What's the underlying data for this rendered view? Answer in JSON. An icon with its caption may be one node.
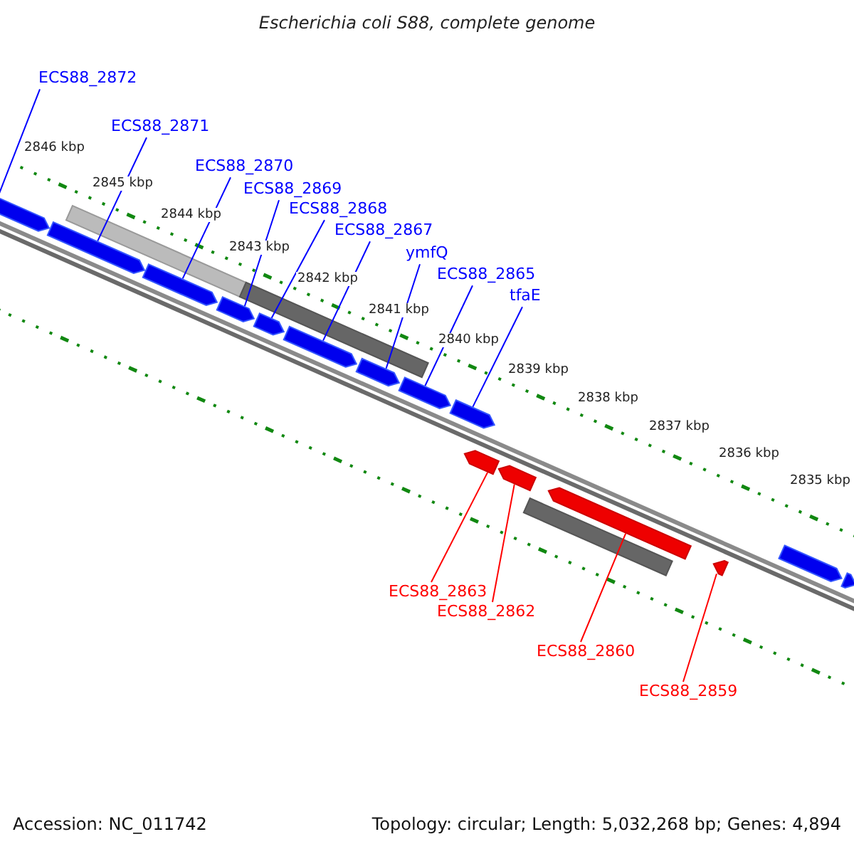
{
  "diagram": {
    "title": "Escherichia coli S88, complete genome",
    "nodes": [
      {
        "text": [
          "ECS88_2872"
        ]
      },
      {
        "text": [
          "ECS88_2871"
        ]
      },
      {
        "text": [
          "ECS88_2870"
        ]
      },
      {
        "text": [
          "ECS88_2869"
        ]
      },
      {
        "text": [
          "ECS88_2868"
        ]
      },
      {
        "text": [
          "ECS88_2867"
        ]
      },
      {
        "text": [
          "ymfQ"
        ]
      },
      {
        "text": [
          "ECS88_2865"
        ]
      },
      {
        "text": [
          "tfaE"
        ]
      },
      {
        "text": [
          "ECS88_2863"
        ]
      },
      {
        "text": [
          "ECS88_2862"
        ]
      },
      {
        "text": [
          "ECS88_2860"
        ]
      },
      {
        "text": [
          "ECS88_2859"
        ]
      },
      {
        "text": [],
        "shape": "bar"
      },
      {
        "text": [],
        "shape": "bar"
      },
      {
        "text": [],
        "shape": "bar"
      },
      {
        "text": [],
        "shape": "bar"
      },
      {
        "text": [],
        "shape": "bar"
      },
      {
        "text": [],
        "shape": "bar"
      },
      {
        "text": [],
        "shape": "bar"
      },
      {
        "text": [],
        "shape": "bar"
      },
      {
        "text": [],
        "shape": "bar"
      },
      {
        "text": [],
        "shape": "bar"
      },
      {
        "text": [],
        "shape": "bar"
      },
      {
        "text": [],
        "shape": "bar"
      },
      {
        "text": [],
        "shape": "bar"
      },
      {
        "text": [],
        "shape": "bar"
      },
      {
        "text": [],
        "shape": "bar"
      },
      {
        "text": [],
        "shape": "bar"
      },
      {
        "text": [],
        "shape": "bar"
      },
      {
        "text": [],
        "shape": "bar"
      }
    ],
    "edges": [
      {
        "from": 0,
        "to": 13,
        "arrow": "none"
      },
      {
        "from": 1,
        "to": 14,
        "arrow": "none"
      },
      {
        "from": 2,
        "to": 15,
        "arrow": "none"
      },
      {
        "from": 3,
        "to": 16,
        "arrow": "none"
      },
      {
        "from": 4,
        "to": 17,
        "arrow": "none"
      },
      {
        "from": 5,
        "to": 18,
        "arrow": "none"
      },
      {
        "from": 6,
        "to": 19,
        "arrow": "none"
      },
      {
        "from": 7,
        "to": 20,
        "arrow": "none"
      },
      {
        "from": 8,
        "to": 21,
        "arrow": "none"
      },
      {
        "from": 9,
        "to": 22,
        "arrow": "none",
        "color": "#ff0000"
      },
      {
        "from": 10,
        "to": 23,
        "arrow": "none",
        "color": "#ff0000"
      },
      {
        "from": 11,
        "to": 24,
        "arrow": "none",
        "color": "#ff0000"
      },
      {
        "from": 12,
        "to": 25,
        "arrow": "none",
        "color": "#ff0000"
      }
    ],
    "labels": [
      "2846 kbp",
      "2845 kbp",
      "2844 kbp",
      "2843 kbp",
      "2842 kbp",
      "2841 kbp",
      "2840 kbp",
      "2839 kbp",
      "2838 kbp",
      "2837 kbp",
      "2836 kbp",
      "2835 kbp",
      "Accession: NC_011742",
      "Topology: circular; Length: 5,032,268 bp; Genes: 4,894"
    ]
  }
}
